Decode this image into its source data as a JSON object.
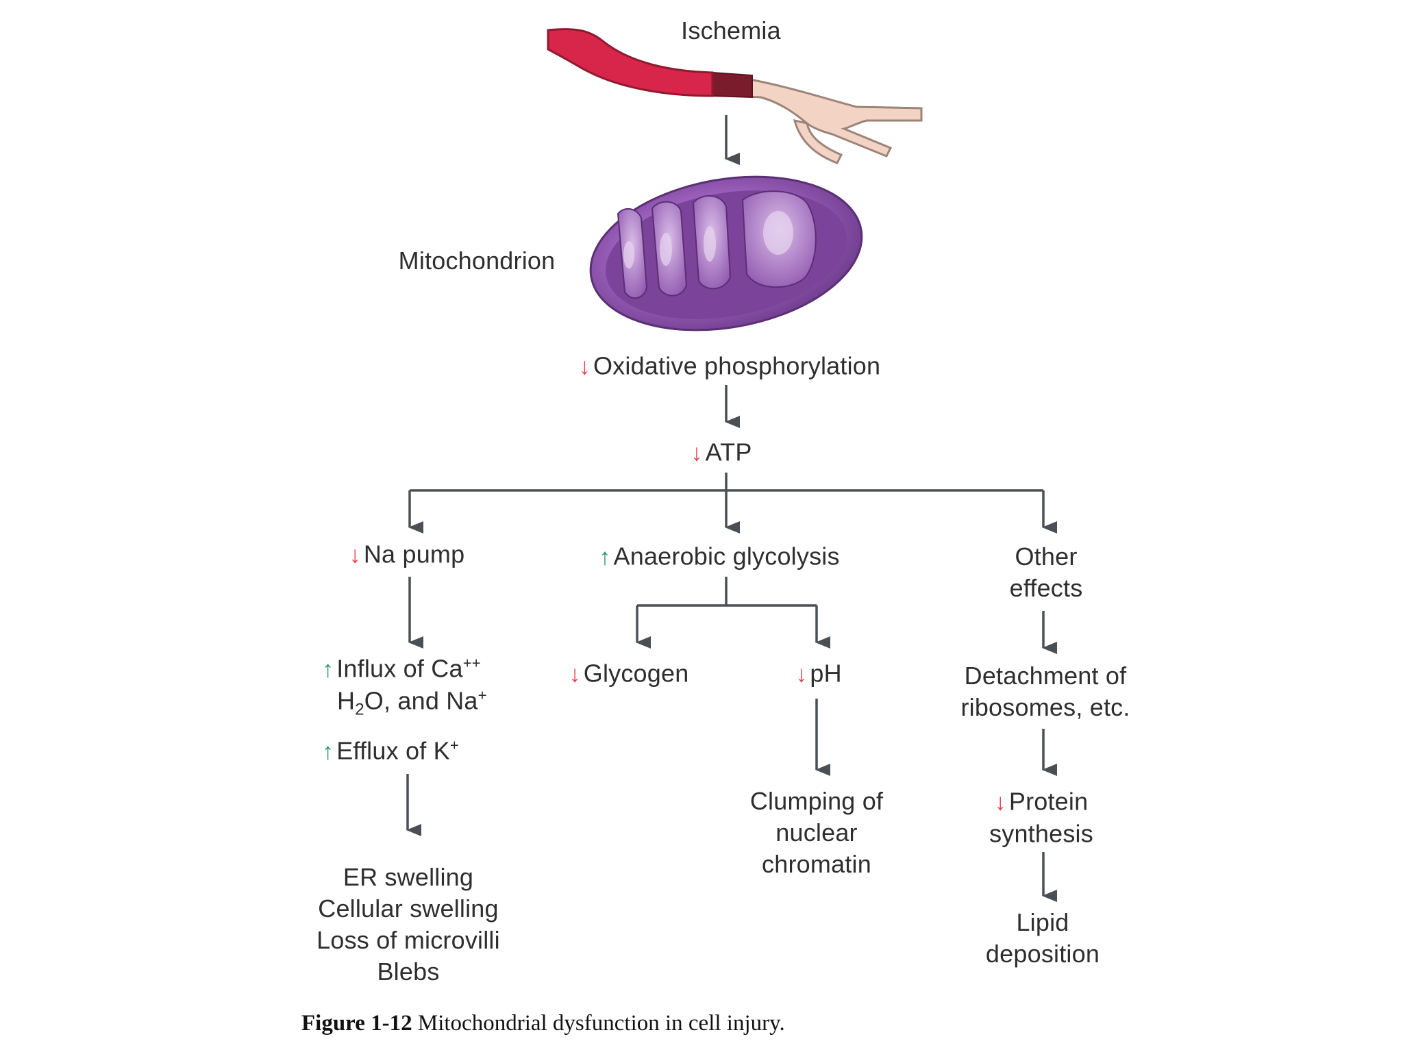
{
  "labels": {
    "ischemia": "Ischemia",
    "mitochondrion": "Mitochondrion",
    "oxidative": "Oxidative phosphorylation",
    "atp": "ATP",
    "na_pump": "Na pump",
    "anaerobic": "Anaerobic glycolysis",
    "other_1": "Other",
    "other_2": "effects",
    "influx_1a": "Influx of Ca",
    "influx_1_sup": "++",
    "influx_2a": "H",
    "influx_2_sub": "2",
    "influx_2b": "O, and Na",
    "influx_2_sup": "+",
    "efflux_a": "Efflux of K",
    "efflux_sup": "+",
    "glycogen": "Glycogen",
    "ph": "pH",
    "detach_1": "Detachment of",
    "detach_2": "ribosomes, etc.",
    "er_1": "ER swelling",
    "er_2": "Cellular swelling",
    "er_3": "Loss of microvilli",
    "er_4": "Blebs",
    "clump_1": "Clumping of",
    "clump_2": "nuclear",
    "clump_3": "chromatin",
    "protein_1": "Protein",
    "protein_2": "synthesis",
    "lipid_1": "Lipid",
    "lipid_2": "deposition"
  },
  "caption": {
    "figure_label": "Figure 1-12",
    "text": "Mitochondrial dysfunction in cell injury."
  },
  "indicators": {
    "down_glyph": "↓",
    "up_glyph": "↑"
  },
  "colors": {
    "down_arrow": "#e8404f",
    "up_arrow": "#2f9a6a",
    "vessel_red": "#d8264a",
    "vessel_dark": "#7a1c2c",
    "vessel_pale": "#f2d3c4",
    "mito_outer": "#8a4fa8",
    "mito_inner": "#b98ad0",
    "connector": "#4a4f55"
  },
  "icons": {
    "vessel": "blood-vessel-occlusion-illustration",
    "mitochondrion": "mitochondrion-illustration"
  }
}
